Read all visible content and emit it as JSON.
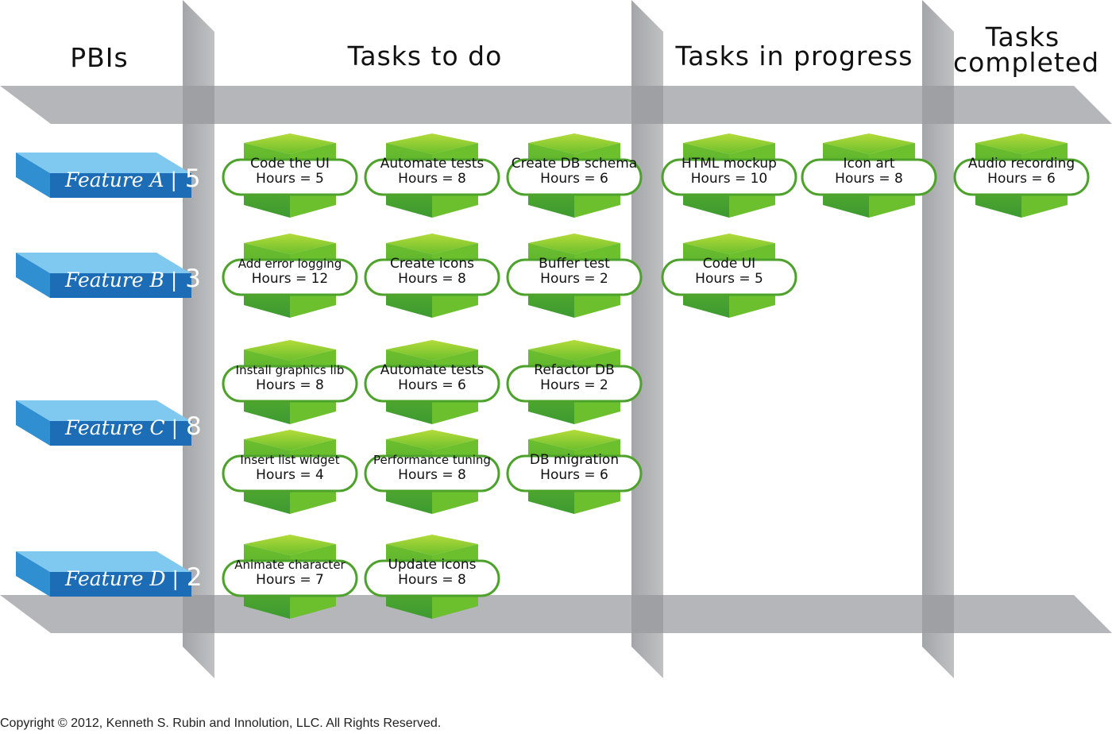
{
  "columns": {
    "pbis": "PBIs",
    "todo": "Tasks to do",
    "in_progress": "Tasks in progress",
    "completed": "Tasks\ncompleted"
  },
  "pbis": [
    {
      "name": "Feature A",
      "points": "5"
    },
    {
      "name": "Feature B",
      "points": "3"
    },
    {
      "name": "Feature C",
      "points": "8"
    },
    {
      "name": "Feature D",
      "points": "2"
    }
  ],
  "tasks": [
    {
      "name": "Code the UI",
      "hours": "Hours = 5",
      "pbi": "Feature A",
      "status": "todo"
    },
    {
      "name": "Automate tests",
      "hours": "Hours = 8",
      "pbi": "Feature A",
      "status": "todo"
    },
    {
      "name": "Create DB schema",
      "hours": "Hours = 6",
      "pbi": "Feature A",
      "status": "todo"
    },
    {
      "name": "HTML mockup",
      "hours": "Hours = 10",
      "pbi": "Feature A",
      "status": "in_progress"
    },
    {
      "name": "Icon art",
      "hours": "Hours = 8",
      "pbi": "Feature A",
      "status": "in_progress"
    },
    {
      "name": "Audio recording",
      "hours": "Hours = 6",
      "pbi": "Feature A",
      "status": "completed"
    },
    {
      "name": "Add error logging",
      "hours": "Hours = 12",
      "pbi": "Feature B",
      "status": "todo"
    },
    {
      "name": "Create icons",
      "hours": "Hours = 8",
      "pbi": "Feature B",
      "status": "todo"
    },
    {
      "name": "Buffer test",
      "hours": "Hours = 2",
      "pbi": "Feature B",
      "status": "todo"
    },
    {
      "name": "Code UI",
      "hours": "Hours = 5",
      "pbi": "Feature B",
      "status": "in_progress"
    },
    {
      "name": "Install graphics lib",
      "hours": "Hours = 8",
      "pbi": "Feature C",
      "status": "todo"
    },
    {
      "name": "Automate tests",
      "hours": "Hours = 6",
      "pbi": "Feature C",
      "status": "todo"
    },
    {
      "name": "Refactor DB",
      "hours": "Hours = 2",
      "pbi": "Feature C",
      "status": "todo"
    },
    {
      "name": "Insert list widget",
      "hours": "Hours = 4",
      "pbi": "Feature C",
      "status": "todo"
    },
    {
      "name": "Performance tuning",
      "hours": "Hours = 8",
      "pbi": "Feature C",
      "status": "todo"
    },
    {
      "name": "DB migration",
      "hours": "Hours = 6",
      "pbi": "Feature C",
      "status": "todo"
    },
    {
      "name": "Animate character",
      "hours": "Hours = 7",
      "pbi": "Feature D",
      "status": "todo"
    },
    {
      "name": "Update icons",
      "hours": "Hours = 8",
      "pbi": "Feature D",
      "status": "todo"
    }
  ],
  "copyright": "Copyright © 2012, Kenneth S. Rubin and Innolution, LLC. All Rights Reserved.",
  "colors": {
    "grid_gray": "#b3b4b7",
    "grid_gray_dark": "#97989b",
    "pbi_blue": "#1a6fb5",
    "pbi_blue_light": "#5bb8ea",
    "cube_green": "#6cbf2d",
    "cube_green_light": "#b3db3a",
    "cube_green_dark": "#3e9a30",
    "pill_border": "#4da22b"
  }
}
